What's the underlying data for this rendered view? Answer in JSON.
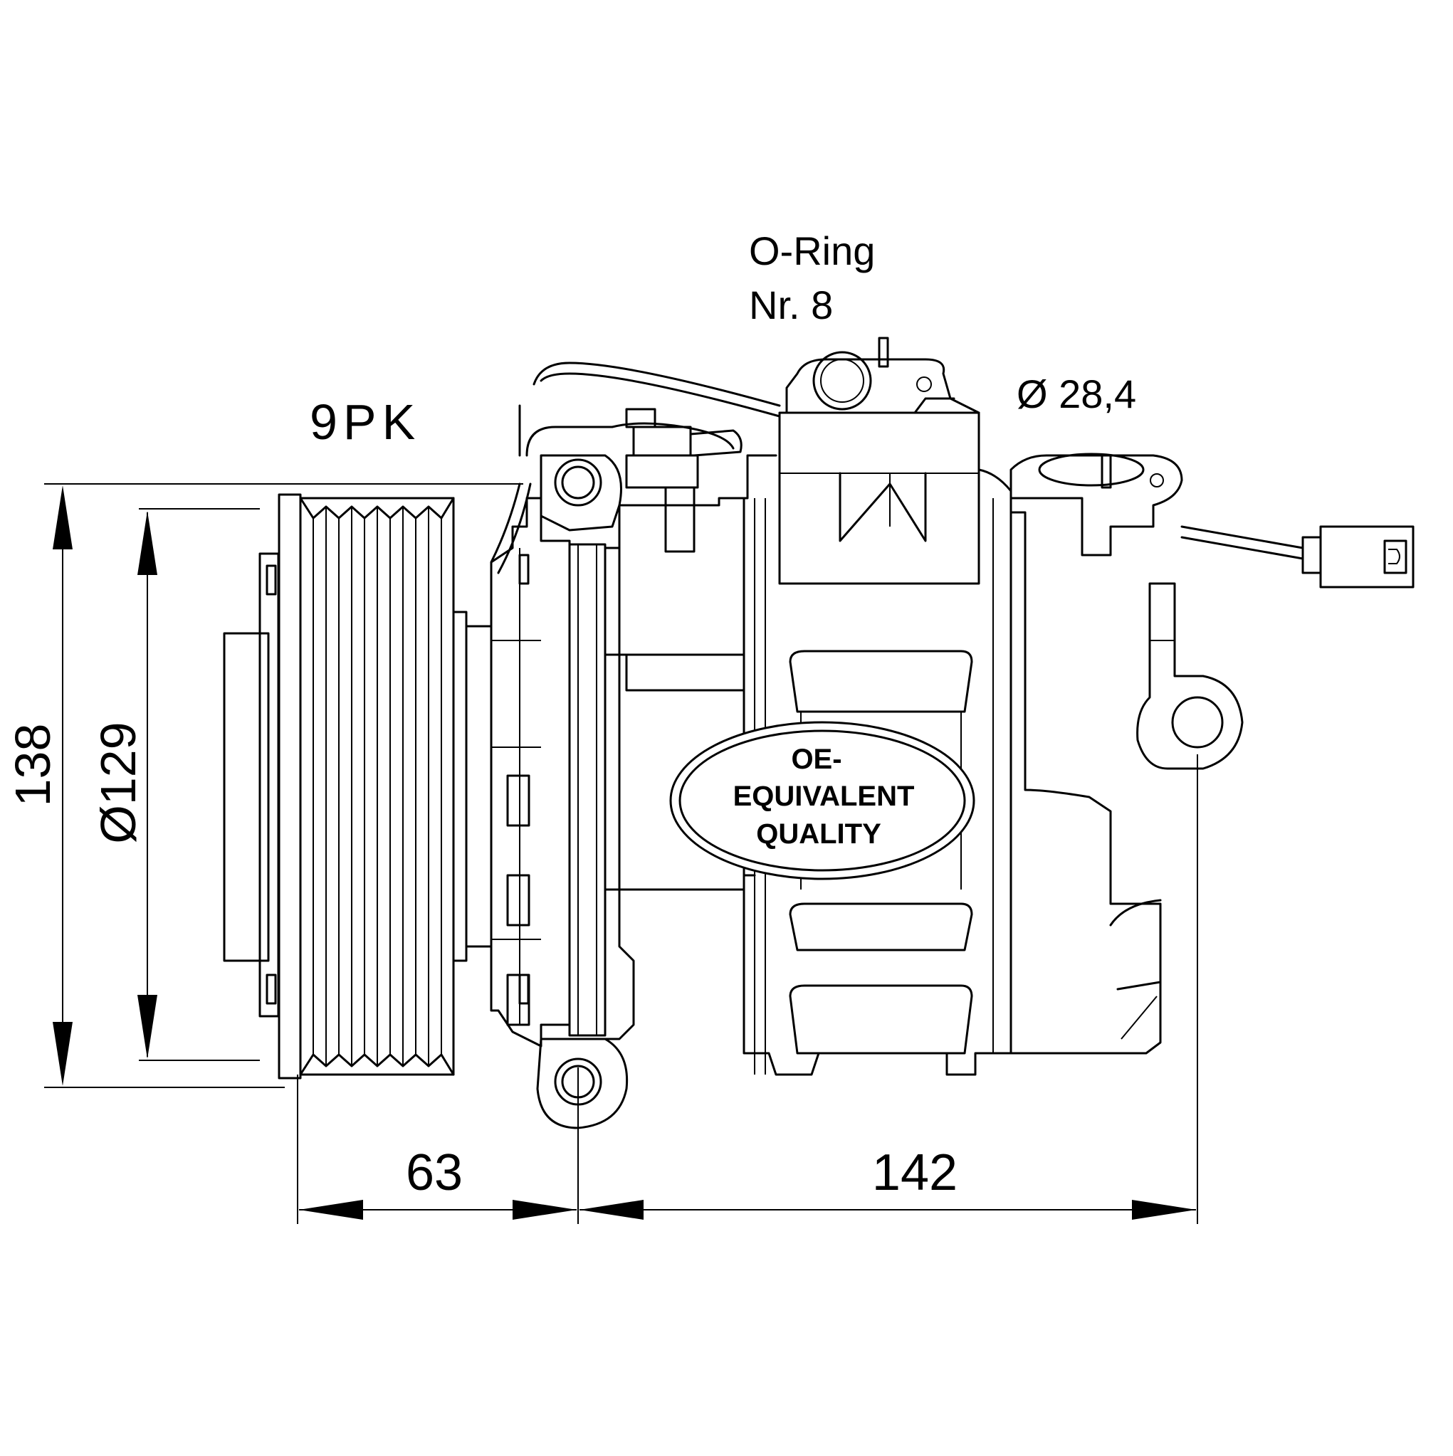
{
  "labels": {
    "oring_line1": "O-Ring",
    "oring_line2": "Nr. 8",
    "port_diameter": "Ø 28,4",
    "belt_profile": "9PK",
    "height_dim": "138",
    "pulley_dim": "Ø129",
    "dim_63": "63",
    "dim_142": "142"
  },
  "badge": {
    "line1": "OE-",
    "line2": "EQUIVALENT",
    "line3": "QUALITY"
  }
}
